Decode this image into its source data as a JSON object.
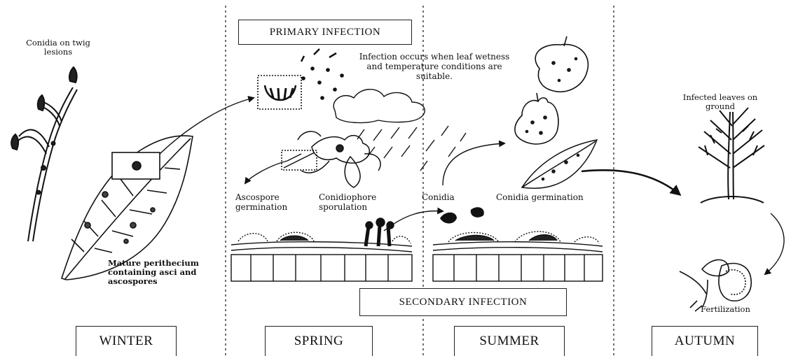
{
  "seasons": {
    "winter": "WINTER",
    "spring": "SPRING",
    "summer": "SUMMER",
    "autumn": "AUTUMN"
  },
  "phases": {
    "primary": "PRIMARY INFECTION",
    "secondary": "SECONDARY INFECTION"
  },
  "labels": {
    "conidia_twig": "Conidia on twig lesions",
    "infection_condition": "Infection occurs when leaf wetness and temperature conditions are suitable.",
    "infected_leaves": "Infected leaves on ground",
    "ascospore_germination": "Ascospore germination",
    "conidiophore_sporulation": "Conidiophore sporulation",
    "conidia": "Conidia",
    "conidia_germination": "Conidia germination",
    "mature_perithecium": "Mature perithecium containing asci and ascospores",
    "fertilization": "Fertilization"
  },
  "colors": {
    "ink": "#111111",
    "background": "#ffffff"
  }
}
